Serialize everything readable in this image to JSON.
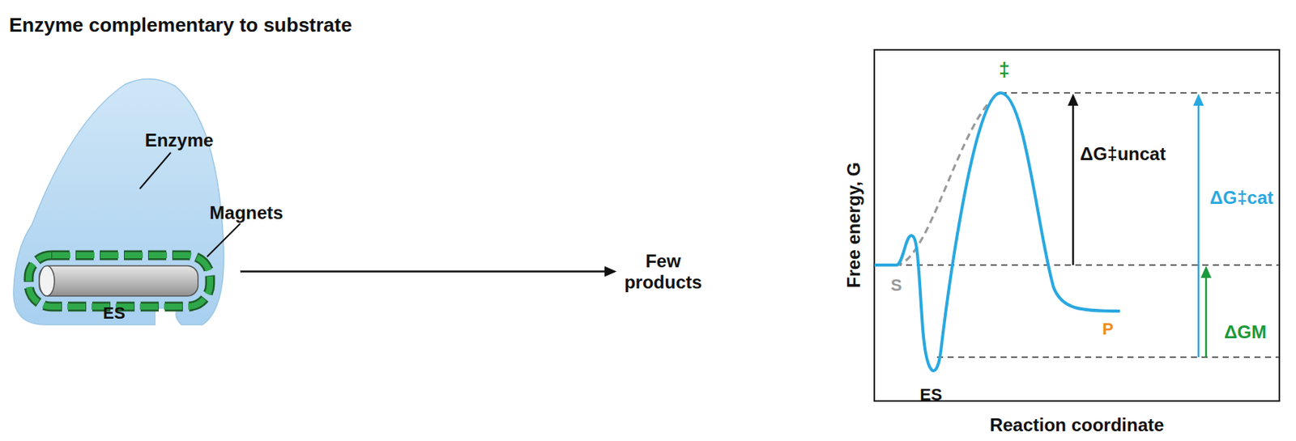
{
  "diagram": {
    "title": "Enzyme complementary to substrate",
    "nodes": [
      {
        "text": [
          "ES"
        ]
      },
      {
        "text": [
          "Few products"
        ]
      }
    ],
    "edges": [
      {
        "from": 0,
        "to": 1,
        "arrow": "to"
      }
    ],
    "labels": [
      "Enzyme",
      "Magnets",
      "‡",
      "ΔG‡uncat",
      "ΔG‡cat",
      "ΔGM",
      "S",
      "P",
      "ES",
      "Free energy, G",
      "Reaction coordinate"
    ]
  }
}
